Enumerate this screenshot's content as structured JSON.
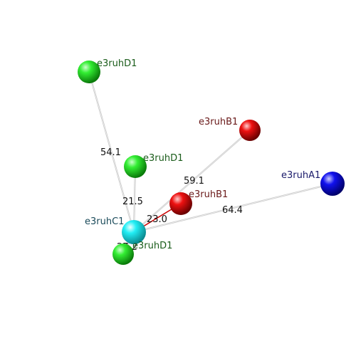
{
  "colors": {
    "red": "#e00000",
    "green": "#11cc11",
    "blue": "#0000dd",
    "cyan": "#00e5ee",
    "edge": "#c8c8c8",
    "edge_highlight": "#cc0000",
    "label_green": "#1a5c1a",
    "label_red": "#6a1a1a",
    "label_blue": "#1a1a6a",
    "label_cyan": "#1a4a5a"
  },
  "nodes": [
    {
      "id": "n-d1-top",
      "label": "e3ruhD1",
      "color": "green",
      "icon": "green-sphere"
    },
    {
      "id": "n-b1-upper",
      "label": "e3ruhB1",
      "color": "red",
      "icon": "red-sphere"
    },
    {
      "id": "n-d1-mid",
      "label": "e3ruhD1",
      "color": "green",
      "icon": "green-sphere"
    },
    {
      "id": "n-a1",
      "label": "e3ruhA1",
      "color": "blue",
      "icon": "blue-sphere"
    },
    {
      "id": "n-b1-lower",
      "label": "e3ruhB1",
      "color": "red",
      "icon": "red-sphere"
    },
    {
      "id": "n-c1",
      "label": "e3ruhC1",
      "color": "cyan",
      "icon": "cyan-sphere"
    },
    {
      "id": "n-d1-low",
      "label": "e3ruhD1",
      "color": "green",
      "icon": "green-sphere"
    }
  ],
  "edges": [
    {
      "id": "e-c1-d1top",
      "from": "n-c1",
      "to": "n-d1-top",
      "label": "54.1",
      "highlight": false
    },
    {
      "id": "e-c1-b1upper",
      "from": "n-c1",
      "to": "n-b1-upper",
      "label": "59.1",
      "highlight": false
    },
    {
      "id": "e-c1-d1mid",
      "from": "n-c1",
      "to": "n-d1-mid",
      "label": "21.5",
      "highlight": false
    },
    {
      "id": "e-c1-a1",
      "from": "n-c1",
      "to": "n-a1",
      "label": "64.4",
      "highlight": false
    },
    {
      "id": "e-c1-b1lower",
      "from": "n-c1",
      "to": "n-b1-lower",
      "label": "23.0",
      "highlight": true
    },
    {
      "id": "e-c1-d1low",
      "from": "n-c1",
      "to": "n-d1-low",
      "label": "27.2",
      "highlight": false
    }
  ]
}
